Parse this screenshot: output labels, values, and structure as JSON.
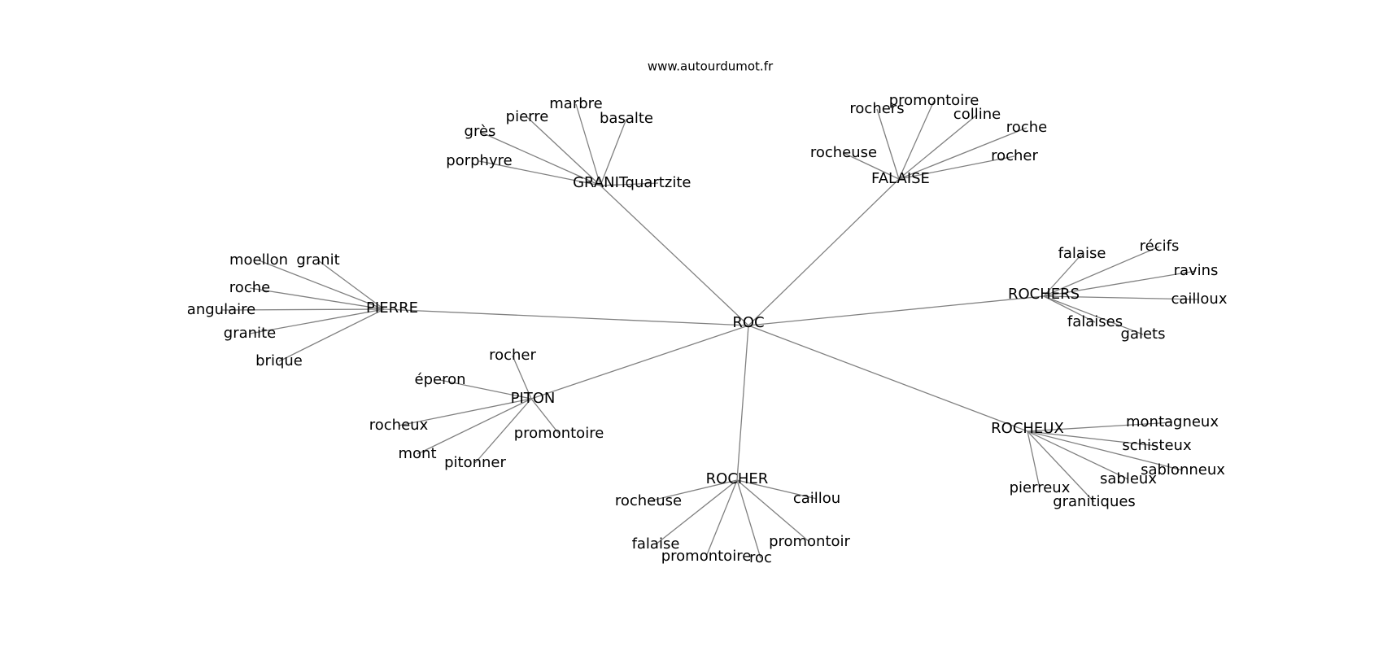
{
  "site": "www.autourdumot.fr",
  "root": "ROC",
  "groups": [
    {
      "hub": "GRANIT",
      "leaves": [
        "marbre",
        "pierre",
        "basalte",
        "grès",
        "porphyre",
        "quartzite"
      ]
    },
    {
      "hub": "FALAISE",
      "leaves": [
        "promontoire",
        "rochers",
        "colline",
        "roche",
        "rocheuse",
        "rocher"
      ]
    },
    {
      "hub": "PIERRE",
      "leaves": [
        "moellon",
        "granit",
        "roche",
        "angulaire",
        "granite",
        "brique"
      ]
    },
    {
      "hub": "ROCHERS",
      "leaves": [
        "récifs",
        "falaise",
        "ravins",
        "cailloux",
        "falaises",
        "galets"
      ]
    },
    {
      "hub": "PITON",
      "leaves": [
        "rocher",
        "éperon",
        "rocheux",
        "promontoire",
        "mont",
        "pitonner"
      ]
    },
    {
      "hub": "ROCHEUX",
      "leaves": [
        "montagneux",
        "schisteux",
        "sablonneux",
        "sableux",
        "pierreux",
        "granitiques"
      ]
    },
    {
      "hub": "ROCHER",
      "leaves": [
        "caillou",
        "rocheuse",
        "promontoir",
        "falaise",
        "promontoire",
        "roc"
      ]
    }
  ]
}
